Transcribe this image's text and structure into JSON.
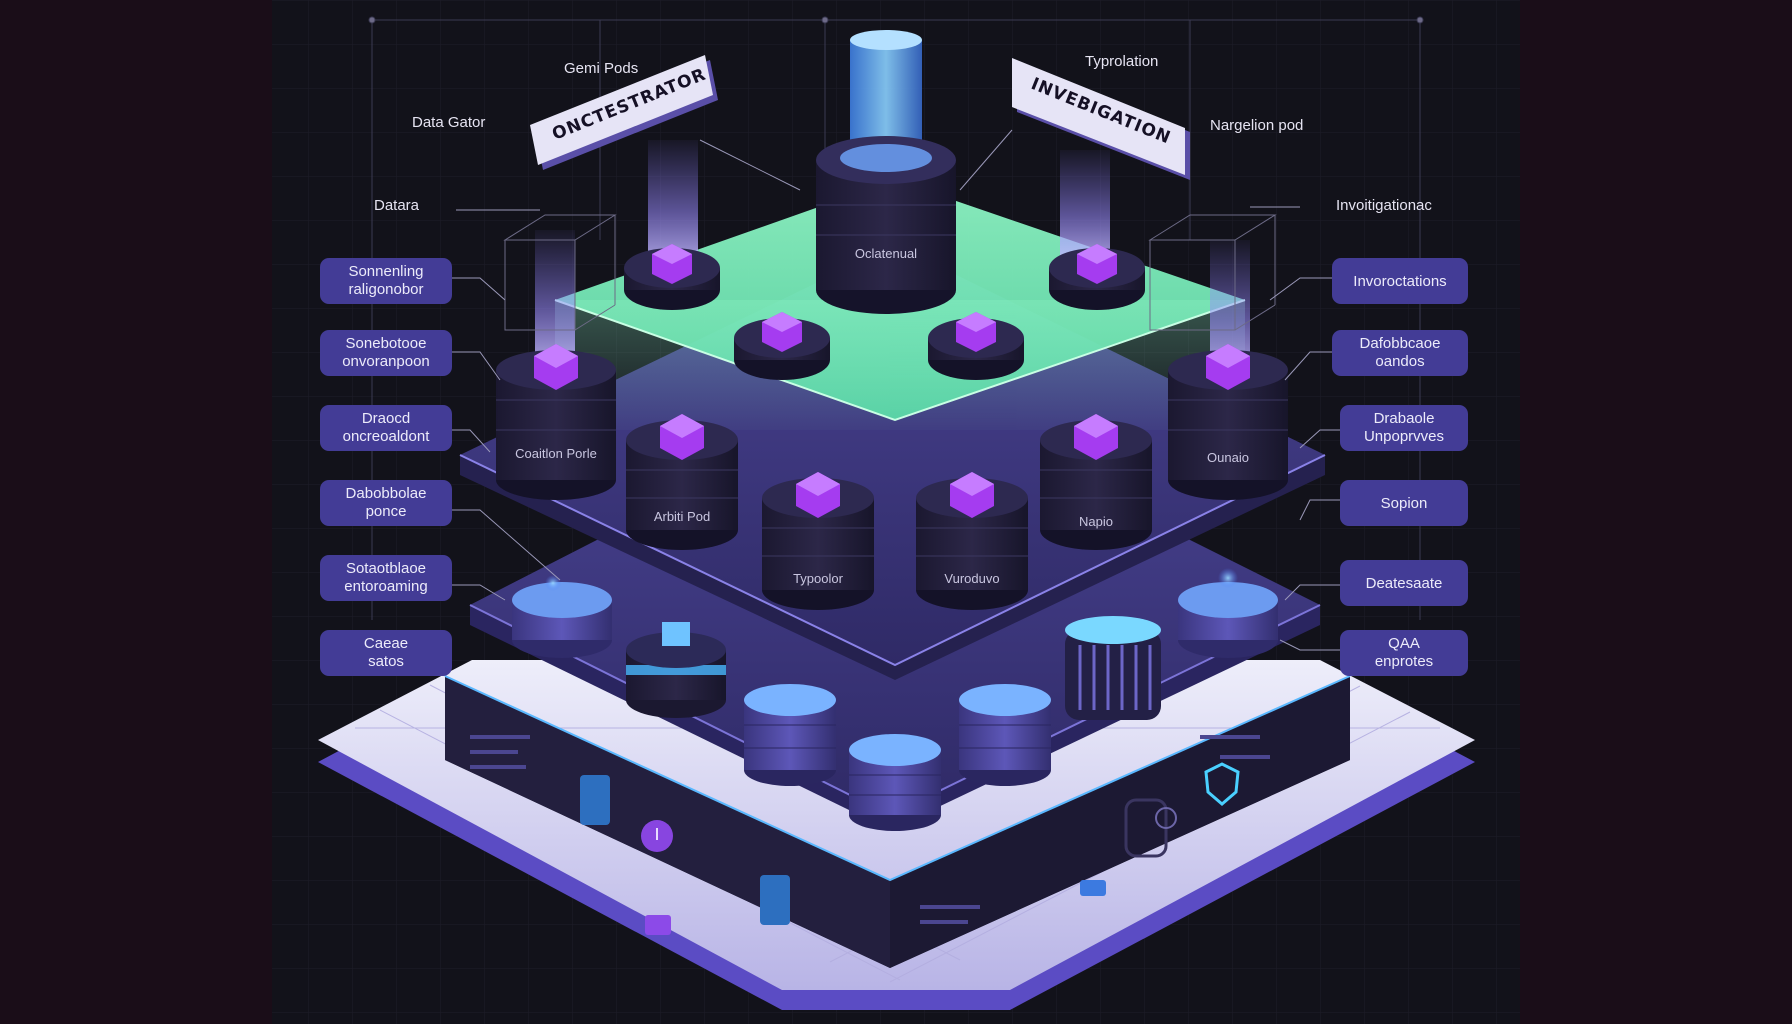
{
  "colors": {
    "margin_bg": "#1a0d18",
    "panel_bg": "#12121a",
    "platform_purple": "#3c3680",
    "cube_violet": "#a53cf0",
    "green_glow": "#7cf0b4",
    "cyan_accent": "#4ac6ff"
  },
  "top_labels": {
    "gemi_pods": "Gemi Pods",
    "data_gator": "Data Gator",
    "typrolation": "Typrolation",
    "nargeion_pod": "Nargelion pod",
    "datara": "Datara",
    "invoitigationac": "Invoitigationac"
  },
  "banners": {
    "orchestrator": "ONCTESTRATOR",
    "investigation": "INVEBIGATION"
  },
  "left_pills": [
    [
      "Sonnenling",
      "raligonobor"
    ],
    [
      "Sonebotooe",
      "onvoranpoon"
    ],
    [
      "Draocd",
      "oncreoaldont"
    ],
    [
      "Dabobbolae",
      "ponce"
    ],
    [
      "Sotaotblaoe",
      "entoroaming"
    ],
    [
      "Caeae",
      "satos"
    ]
  ],
  "right_pills": [
    [
      "Invoroctations"
    ],
    [
      "Dafobbcaoe",
      "oandos"
    ],
    [
      "Drabaole",
      "Unpoprvves"
    ],
    [
      "Sopion"
    ],
    [
      "Deatesaate"
    ],
    [
      "QAA",
      "enprotes"
    ]
  ],
  "pod_labels": {
    "center": "Oclatenual",
    "left_stack": "Coaitlon Porle",
    "mid_left": "Arbiti Pod",
    "center_left": "Typoolor",
    "center_right": "Vuroduvo",
    "mid_right": "Napio",
    "right_stack": "Ounaio"
  },
  "icon_names": [
    "shield-icon",
    "power-icon",
    "lock-icon"
  ]
}
